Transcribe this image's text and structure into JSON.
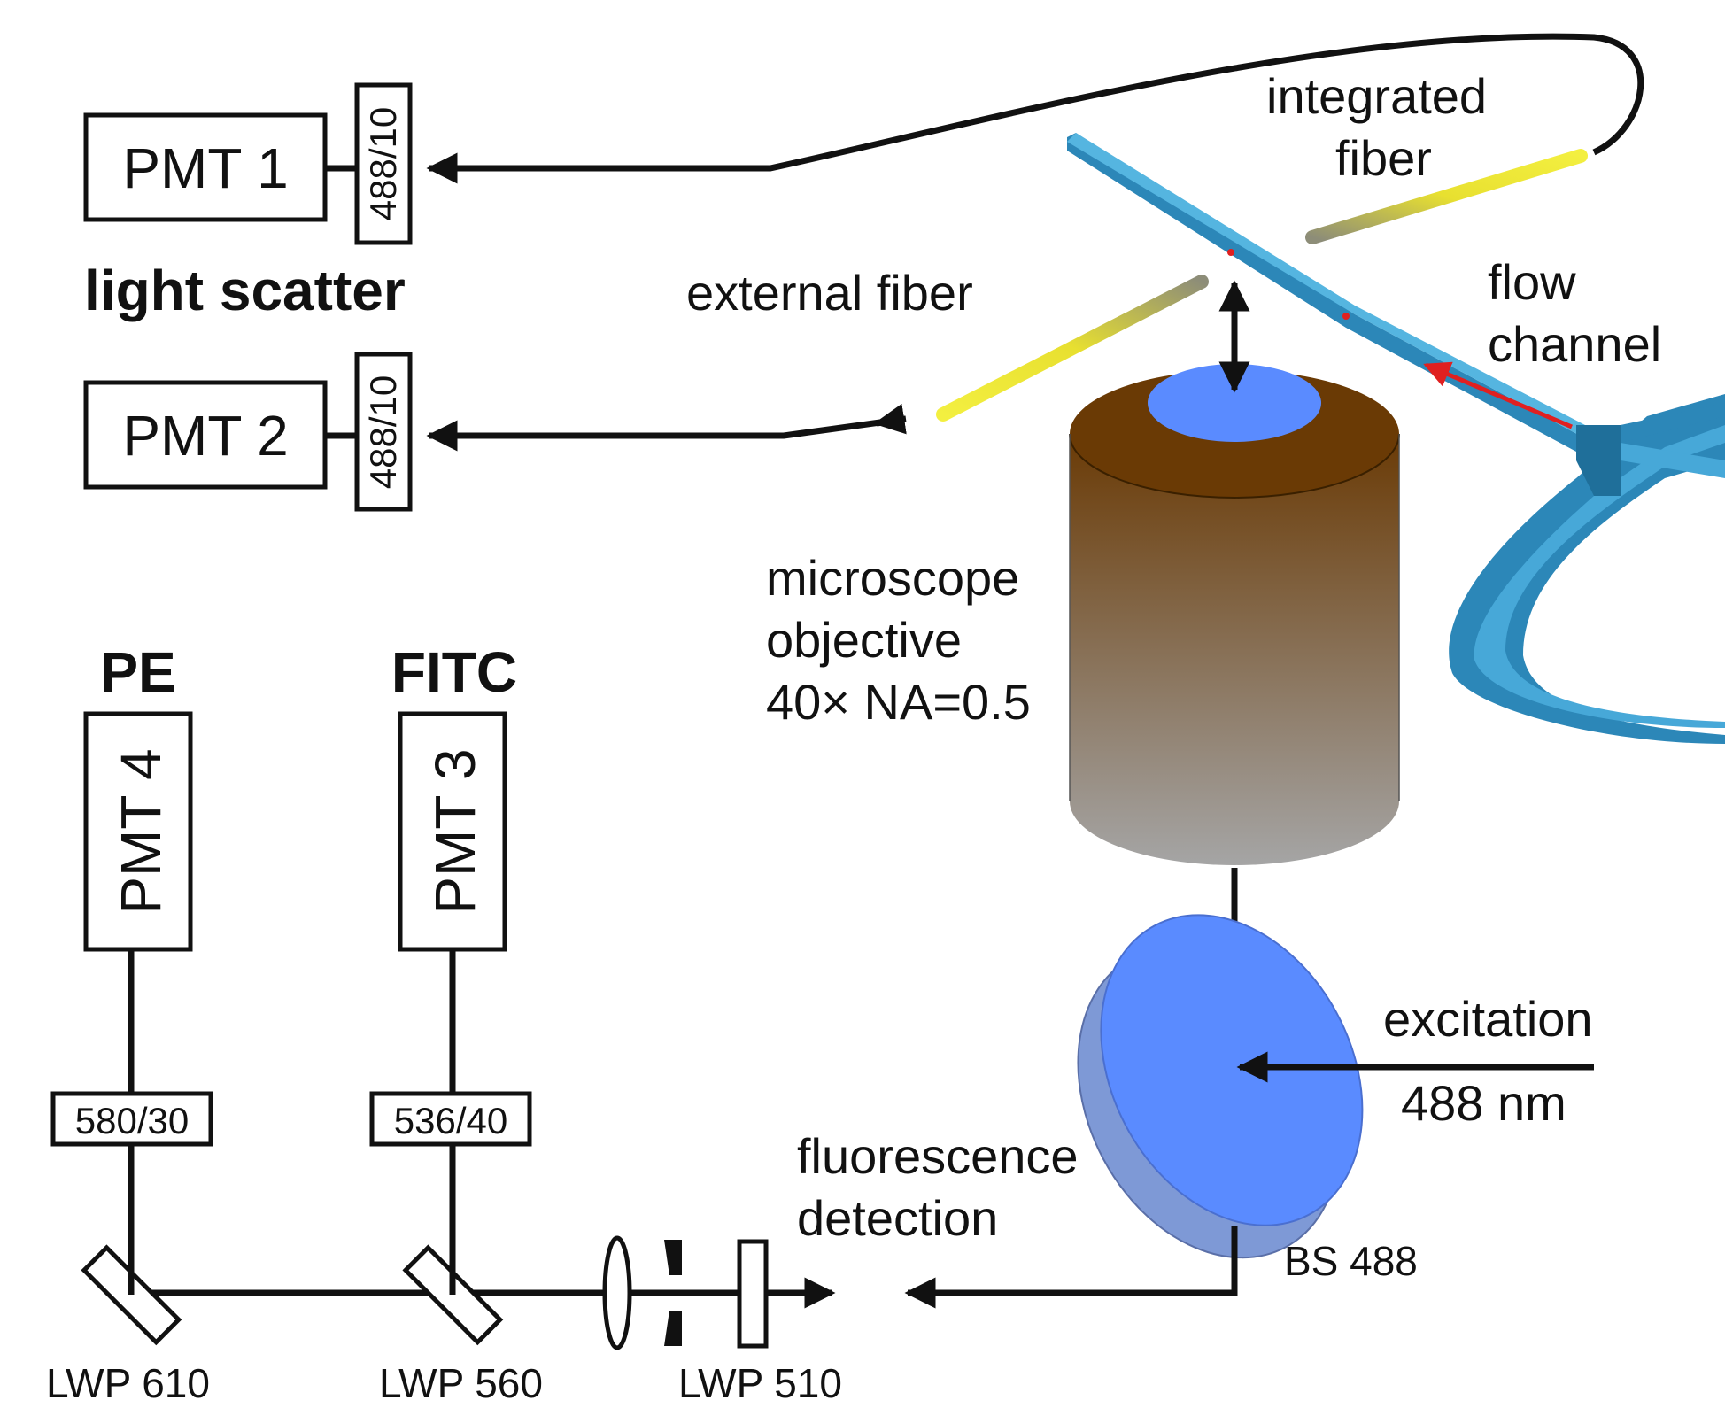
{
  "detectors": {
    "pmt1": "PMT 1",
    "pmt2": "PMT 2",
    "pmt3": "PMT 3",
    "pmt4": "PMT 4"
  },
  "filters": {
    "bp_pmt1": "488/10",
    "bp_pmt2": "488/10",
    "bp_pmt3": "536/40",
    "bp_pmt4": "580/30"
  },
  "labels": {
    "light_scatter": "light scatter",
    "pe": "PE",
    "fitc": "FITC",
    "integrated_fiber_1": "integrated",
    "integrated_fiber_2": "fiber",
    "external_fiber": "external fiber",
    "flow_channel_1": "flow",
    "flow_channel_2": "channel",
    "microscope_1": "microscope",
    "microscope_2": "objective",
    "microscope_3": "40× NA=0.5",
    "excitation_1": "excitation",
    "excitation_2": "488 nm",
    "fluorescence_1": "fluorescence",
    "fluorescence_2": "detection",
    "bs": "BS 488",
    "lwp610": "LWP 610",
    "lwp560": "LWP 560",
    "lwp510": "LWP 510"
  },
  "colors": {
    "chip": "#2f8fc0",
    "fiber": "#e8e030",
    "objective_top": "#6a3a05",
    "objective_bottom": "#a5a5a5",
    "lens": "#5a8bff",
    "flow_arrow": "#e02020"
  }
}
